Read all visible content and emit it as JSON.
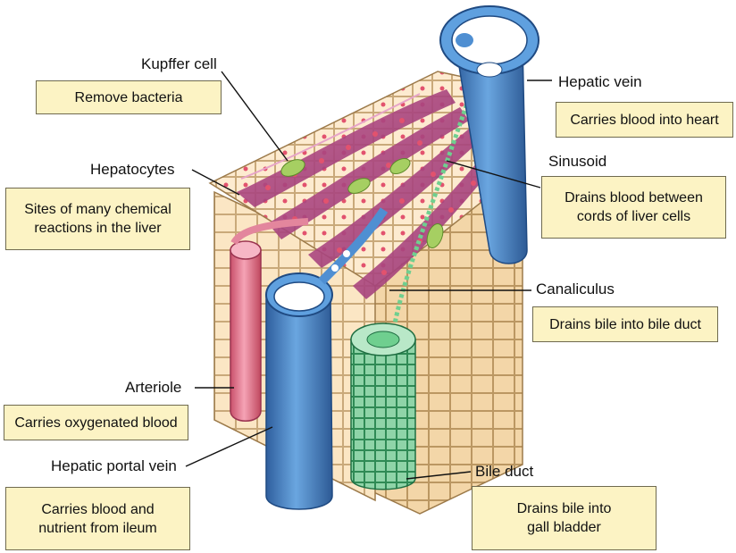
{
  "labels": {
    "kupffer": "Kupffer cell",
    "hepatocytes": "Hepatocytes",
    "hepatic_vein": "Hepatic vein",
    "sinusoid": "Sinusoid",
    "canaliculus": "Canaliculus",
    "arteriole": "Arteriole",
    "hepatic_portal_vein": "Hepatic portal vein",
    "bile_duct": "Bile duct"
  },
  "descriptions": {
    "kupffer": "Remove bacteria",
    "hepatocytes_line1": "Sites of many chemical",
    "hepatocytes_line2": "reactions in the liver",
    "hepatic_vein": "Carries blood into heart",
    "sinusoid_line1": "Drains blood between",
    "sinusoid_line2": "cords of liver cells",
    "canaliculus": "Drains bile into bile duct",
    "arteriole": "Carries oxygenated blood",
    "portal_line1": "Carries blood and",
    "portal_line2": "nutrient from ileum",
    "bile_duct_line1": "Drains bile into",
    "bile_duct_line2": "gall bladder"
  },
  "colors": {
    "hepatocyte_fill": "#fbe6c4",
    "hepatocyte_outline": "#c9a97a",
    "sinusoid": "#a8457f",
    "vein_blue": "#4f8fd2",
    "arteriole_pink": "#ee8fa3",
    "bile_green": "#7cc79a",
    "kupffer_green": "#a6cf62",
    "box_fill": "#fcf3c4"
  }
}
